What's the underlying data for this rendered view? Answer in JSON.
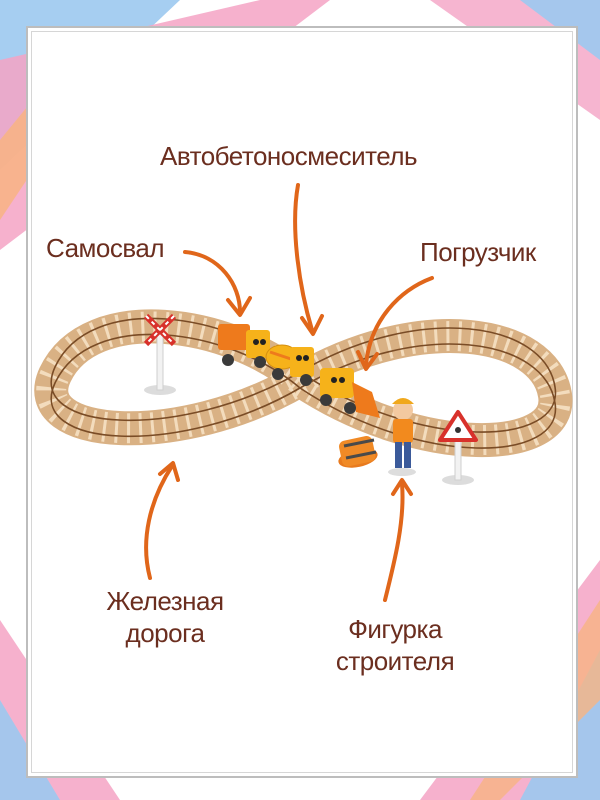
{
  "labels": {
    "mixer": "Автобетоносмеситель",
    "dump_truck": "Самосвал",
    "loader": "Погрузчик",
    "railway_line1": "Железная",
    "railway_line2": "дорога",
    "figure_line1": "Фигурка",
    "figure_line2": "строителя"
  },
  "colors": {
    "label_text": "#6b2e1f",
    "arrow": "#e0661a",
    "wood_light": "#f1d2ab",
    "wood_dark": "#8a5a2e",
    "vehicle_yellow": "#f6b21a",
    "vehicle_orange": "#ee7a1c",
    "brush_pink": "#f4a3c4",
    "brush_blue": "#9cc9ef",
    "brush_orange": "#f8b483"
  }
}
